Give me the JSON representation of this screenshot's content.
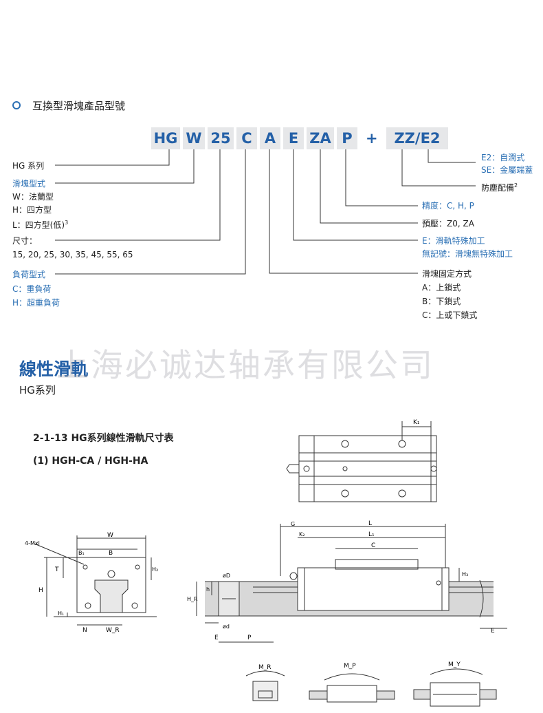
{
  "header": {
    "bullet": "o",
    "title": "互換型滑塊產品型號"
  },
  "code": [
    {
      "text": "HG"
    },
    {
      "text": "W"
    },
    {
      "text": "25"
    },
    {
      "text": "C"
    },
    {
      "text": "A"
    },
    {
      "text": "E"
    },
    {
      "text": "ZA"
    },
    {
      "text": "P"
    },
    {
      "text": "+"
    },
    {
      "text": "ZZ/E2"
    }
  ],
  "left_labels": {
    "series": "HG 系列",
    "block_type_title": "滑塊型式",
    "block_w": "W：法蘭型",
    "block_h": "H：四方型",
    "block_l": "L：四方型(低)",
    "block_l_sup": "3",
    "size_title": "尺寸：",
    "size_values": "15, 20, 25, 30, 35, 45, 55, 65",
    "load_title": "負荷型式",
    "load_c": "C：重負荷",
    "load_h": "H：超重負荷"
  },
  "right_labels": {
    "e2": "E2：自潤式",
    "se": "SE：金屬端蓋",
    "dust": "防塵配備",
    "dust_sup": "2",
    "precision": "精度：C, H, P",
    "preload": "預壓：Z0, ZA",
    "rail_e": "E：滑軌特殊加工",
    "rail_none": "無記號：滑塊無特殊加工",
    "mount_title": "滑塊固定方式",
    "mount_a": "A：上鎖式",
    "mount_b": "B：下鎖式",
    "mount_c": "C：上或下鎖式"
  },
  "watermark": "上海必诚达轴承有限公司",
  "section": {
    "title": "線性滑軌",
    "subtitle": "HG系列",
    "table_title": "2-1-13 HG系列線性滑軌尺寸表",
    "sub_item": "(1) HGH-CA / HGH-HA"
  },
  "drawing_labels": {
    "k1": "K₁",
    "mxl": "4-Mxl",
    "w": "W",
    "b1": "B₁",
    "b": "B",
    "t": "T",
    "h2": "H₂",
    "h": "H",
    "h1": "H₁",
    "n": "N",
    "wr": "W_R",
    "g": "G",
    "l": "L",
    "k2": "K₂",
    "l1": "L₁",
    "c": "C",
    "h3": "H₃",
    "phid_big": "øD",
    "h_small": "h",
    "hr": "H_R",
    "phid_small": "ød",
    "e": "E",
    "p": "P",
    "e_right": "E",
    "mr": "M_R",
    "mp": "M_P",
    "my": "M_Y"
  },
  "colors": {
    "code_text": "#2460a7",
    "code_box": "#e6e7e9",
    "label_blue": "#2a6fb4",
    "rail_gray": "#d8d8d8"
  }
}
